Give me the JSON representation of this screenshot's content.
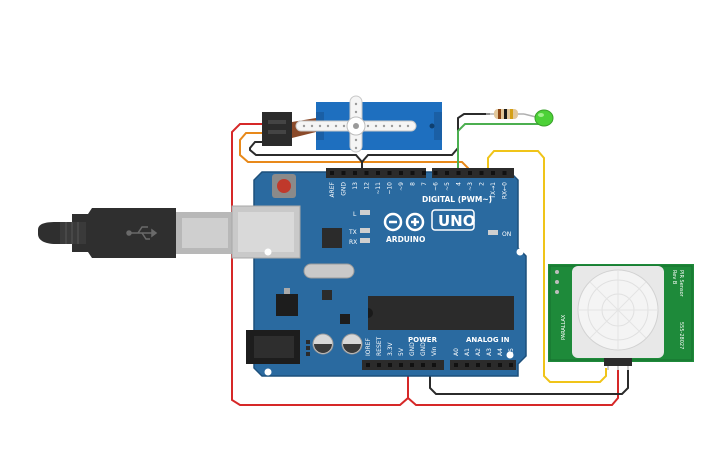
{
  "board": {
    "brand": "ARDUINO",
    "model": "UNO",
    "digital_header": "DIGITAL (PWM~)",
    "power_header": "POWER",
    "analog_header": "ANALOG IN",
    "led_labels": {
      "l": "L",
      "tx": "TX",
      "rx": "RX",
      "on": "ON"
    },
    "digital_pins": [
      "AREF",
      "GND",
      "13",
      "12",
      "~11",
      "~10",
      "~9",
      "8",
      "7",
      "~6",
      "~5",
      "4",
      "~3",
      "2",
      "TX→1",
      "RX←0"
    ],
    "power_pins": [
      "IOREF",
      "RESET",
      "3.3V",
      "5V",
      "GND",
      "GND",
      "Vin"
    ],
    "analog_pins": [
      "A0",
      "A1",
      "A2",
      "A3",
      "A4",
      "A5"
    ]
  },
  "pir": {
    "label_top": "PIR Sensor",
    "label_rev": "Rev B",
    "brand": "PARALLAX",
    "part": "555-28027"
  },
  "colors": {
    "board": "#2a6aa0",
    "board_edge": "#1d507c",
    "header": "#2b2b2b",
    "servo": "#1e6fbf",
    "wire_red": "#d62828",
    "wire_black": "#2b2b2b",
    "wire_orange": "#e8891a",
    "wire_yellow": "#f0c419",
    "wire_green": "#4caf50",
    "pir_board": "#1e8a3a",
    "led": "#4cd137"
  }
}
